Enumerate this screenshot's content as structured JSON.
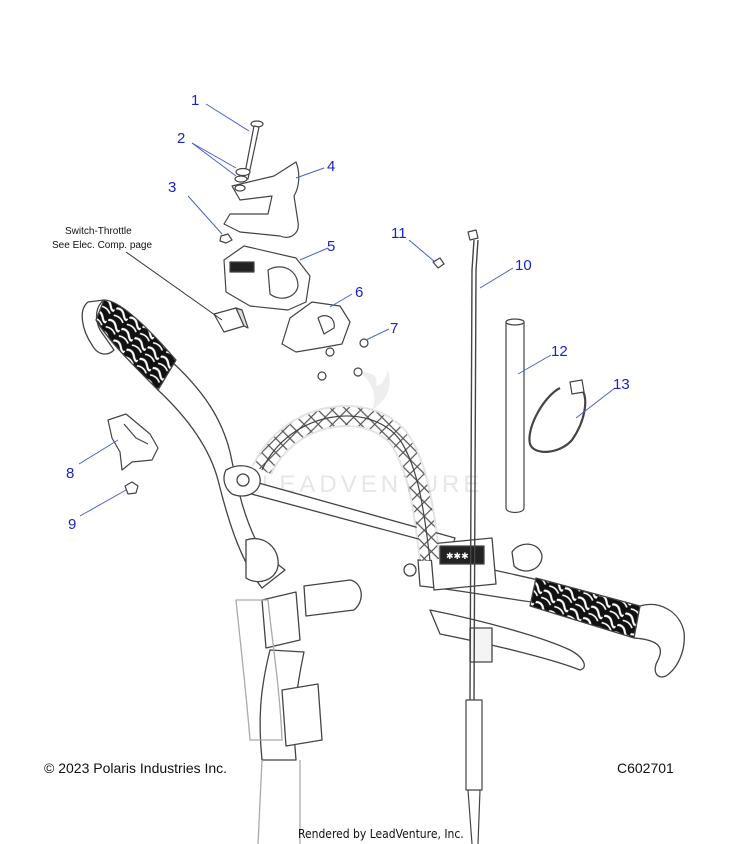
{
  "callouts": {
    "c1": "1",
    "c2": "2",
    "c3": "3",
    "c4": "4",
    "c5": "5",
    "c6": "6",
    "c7": "7",
    "c8": "8",
    "c9": "9",
    "c10": "10",
    "c11": "11",
    "c12": "12",
    "c13": "13"
  },
  "note": {
    "line1": "Switch-Throttle",
    "line2": "See Elec. Comp. page"
  },
  "watermark": "LEADVENTURE",
  "footer": {
    "copyright": "© 2023 Polaris Industries Inc.",
    "diagram_code": "C602701",
    "rendered_by": "Rendered by LeadVenture, Inc."
  },
  "colors": {
    "callout_text": "#1a23c8",
    "leader_line": "#4a5fd0",
    "part_outline": "#444444",
    "grip_dark": "#111111"
  }
}
